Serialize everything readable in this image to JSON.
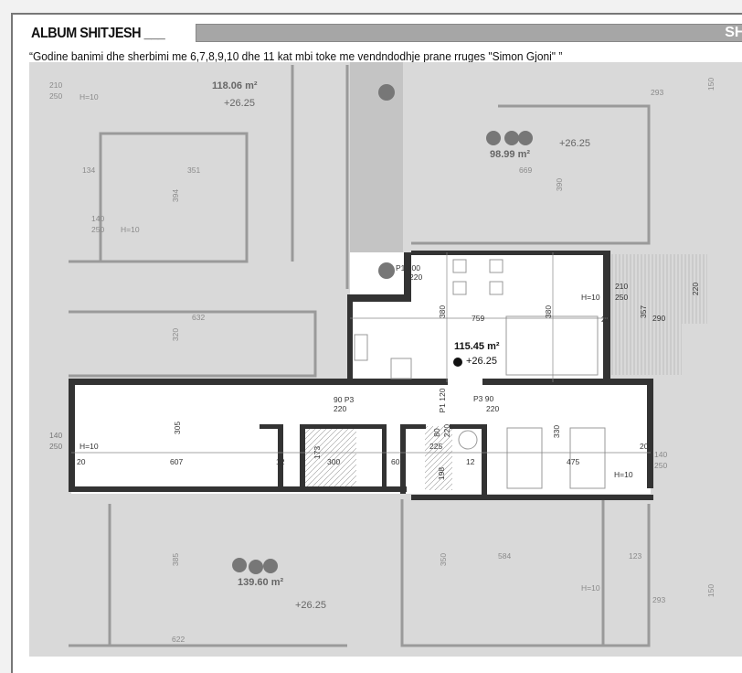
{
  "header": {
    "title": "ALBUM SHITJESH ___",
    "bar_label": "SHK",
    "subtitle": "“Godine banimi dhe sherbimi me 6,7,8,9,10 dhe 11 kat mbi toke me vendndodhje prane rruges \"Simon Gjoni\" ”"
  },
  "plan": {
    "highlight_color": "#ffffff",
    "background_color": "#d9d9d9",
    "wall_color": "#333333",
    "apartment": {
      "area": "115.45 m²",
      "level": "+26.25"
    },
    "neighbor_areas": [
      {
        "area": "118.06 m²",
        "level": "+26.25"
      },
      {
        "area": "98.99 m²",
        "level": "+26.25"
      },
      {
        "area": "139.60 m²",
        "level": "+26.25"
      }
    ],
    "labels": [
      "759",
      "380",
      "380",
      "H=10",
      "210",
      "250",
      "220",
      "357",
      "290",
      "20",
      "P1 100",
      "220",
      "90 P3",
      "220",
      "P3 90",
      "220",
      "P1 120",
      "80",
      "220",
      "305",
      "607",
      "12",
      "173",
      "300",
      "60",
      "225",
      "12",
      "198",
      "330",
      "475",
      "H=10",
      "20",
      "140",
      "250",
      "H=10",
      "20",
      "140",
      "250",
      "351",
      "394",
      "669",
      "390",
      "632",
      "320",
      "584",
      "350",
      "622",
      "385",
      "134",
      "210",
      "250",
      "H=10",
      "140",
      "250",
      "H=10",
      "150",
      "293",
      "H=10",
      "150",
      "293",
      "123"
    ]
  }
}
